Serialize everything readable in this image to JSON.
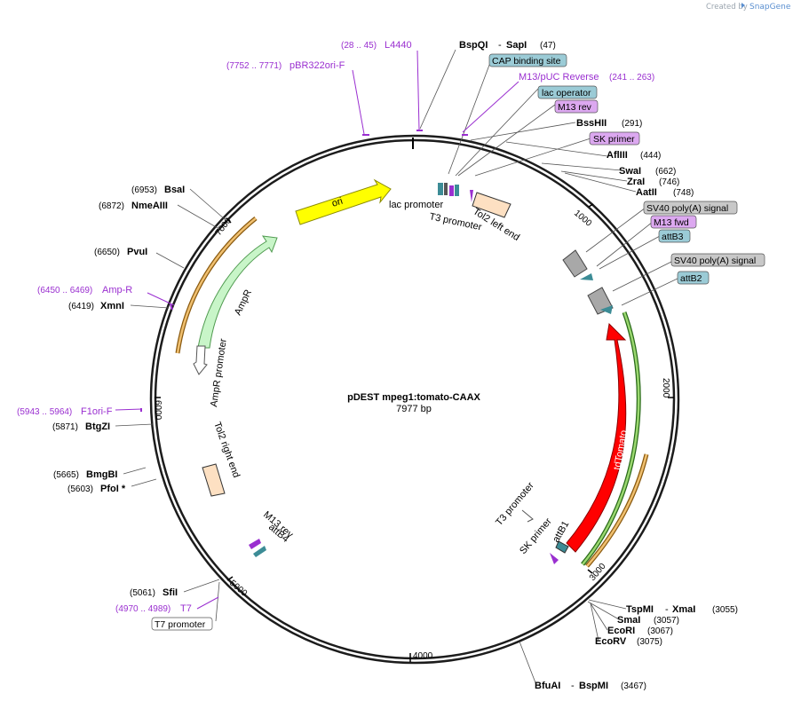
{
  "watermark": {
    "created_by": "Created by",
    "brand": "SnapGene"
  },
  "title": {
    "name": "pDEST mpeg1:tomato-CAAX",
    "length": "7977 bp"
  },
  "ticks": [
    "1000",
    "2000",
    "3000",
    "4000",
    "5000",
    "6000",
    "7000"
  ],
  "sites": [
    {
      "name": "BspQI",
      "extra": "SapI",
      "pos": "(47)"
    },
    {
      "name": "BssHII",
      "pos": "(291)"
    },
    {
      "name": "AflIII",
      "pos": "(444)"
    },
    {
      "name": "SwaI",
      "pos": "(662)"
    },
    {
      "name": "ZraI",
      "pos": "(746)"
    },
    {
      "name": "AatII",
      "pos": "(748)"
    },
    {
      "name": "TspMI",
      "extra": "XmaI",
      "pos": "(3055)"
    },
    {
      "name": "SmaI",
      "pos": "(3057)"
    },
    {
      "name": "EcoRI",
      "pos": "(3067)"
    },
    {
      "name": "EcoRV",
      "pos": "(3075)"
    },
    {
      "name": "BfuAI",
      "extra": "BspMI",
      "pos": "(3467)"
    },
    {
      "name": "SfiI",
      "pos": "(5061)"
    },
    {
      "name": "PfoI *",
      "pos": "(5603)"
    },
    {
      "name": "BmgBI",
      "pos": "(5665)"
    },
    {
      "name": "BtgZI",
      "pos": "(5871)"
    },
    {
      "name": "XmnI",
      "pos": "(6419)"
    },
    {
      "name": "PvuI",
      "pos": "(6650)"
    },
    {
      "name": "NmeAIII",
      "pos": "(6872)"
    },
    {
      "name": "BsaI",
      "pos": "(6953)"
    }
  ],
  "primers": [
    {
      "name": "L4440",
      "range": "(28 .. 45)"
    },
    {
      "name": "pBR322ori-F",
      "range": "(7752 .. 7771)"
    },
    {
      "name": "M13/pUC Reverse",
      "range": "(241 .. 263)"
    },
    {
      "name": "Amp-R",
      "range": "(6450 .. 6469)"
    },
    {
      "name": "F1ori-F",
      "range": "(5943 .. 5964)"
    },
    {
      "name": "T7",
      "range": "(4970 .. 4989)"
    }
  ],
  "boxes": [
    {
      "label": "CAP binding site",
      "color": "#9bcbd6"
    },
    {
      "label": "lac operator",
      "color": "#9bcbd6"
    },
    {
      "label": "M13 rev",
      "color": "#dca8f0"
    },
    {
      "label": "SK primer",
      "color": "#dca8f0"
    },
    {
      "label": "SV40 poly(A) signal",
      "color": "#c8c8c8"
    },
    {
      "label": "M13 fwd",
      "color": "#dca8f0"
    },
    {
      "label": "attB3",
      "color": "#9bcbd6"
    },
    {
      "label": "SV40 poly(A) signal",
      "color": "#c8c8c8"
    },
    {
      "label": "attB2",
      "color": "#9bcbd6"
    },
    {
      "label": "T7 promoter",
      "color": "#ffffff"
    }
  ],
  "features": {
    "ori": "ori",
    "ampr": "AmpR",
    "ampr_promoter": "AmpR promoter",
    "lac_promoter": "lac promoter",
    "t3_promoter_top": "T3 promoter",
    "tol2_left": "Tol2 left end",
    "tol2_right": "Tol2 right end",
    "tdtomato": "tdTomato",
    "t3_promoter_bottom": "T3 promoter",
    "sk_primer_bottom": "SK primer",
    "attb1": "attB1",
    "m13_rev_left": "M13 rev",
    "attb4": "attB4"
  },
  "colors": {
    "ori": "#ffff00",
    "ampr": "#c8f5c8",
    "tdtomato": "#ff0000",
    "tol2": "#fde0c2",
    "purple_label": "#9a2fd0",
    "orf_orange": "#e8a040",
    "orf_green": "#6ab04c"
  }
}
